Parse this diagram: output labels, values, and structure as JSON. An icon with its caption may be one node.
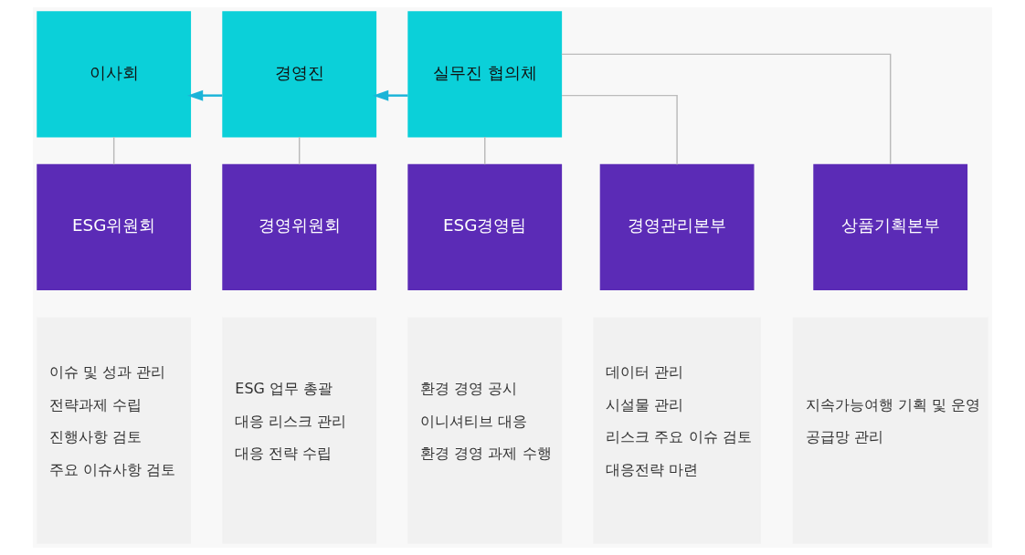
{
  "diagram": {
    "nodes": [
      {
        "text": [
          "이사회"
        ]
      },
      {
        "text": [
          "경영진"
        ]
      },
      {
        "text": [
          "실무진 협의체"
        ]
      },
      {
        "text": [
          "ESG위원회"
        ]
      },
      {
        "text": [
          "경영위원회"
        ]
      },
      {
        "text": [
          "ESG경영팀"
        ]
      },
      {
        "text": [
          "경영관리본부"
        ]
      },
      {
        "text": [
          "상품기획본부"
        ]
      },
      {
        "text": [
          "이슈 및 성과 관리",
          "전략과제 수립",
          "진행사항 검토",
          "주요 이슈사항 검토"
        ]
      },
      {
        "text": [
          "ESG 업무 총괄",
          "대응 리스크 관리",
          "대응 전략 수립"
        ]
      },
      {
        "text": [
          "환경 경영 공시",
          "이니셔티브 대응",
          "환경 경영 과제 수행"
        ]
      },
      {
        "text": [
          "데이터 관리",
          "시설물 관리",
          "리스크 주요 이슈 검토",
          "대응전략 마련"
        ]
      },
      {
        "text": [
          "지속가능여행 기획 및 운영",
          "공급망 관리"
        ]
      }
    ],
    "edges": [
      {
        "from": 1,
        "to": 0,
        "arrow": "to",
        "color": "#1ab4d8"
      },
      {
        "from": 2,
        "to": 1,
        "arrow": "to",
        "color": "#1ab4d8"
      },
      {
        "from": 0,
        "to": 3,
        "arrow": "none"
      },
      {
        "from": 1,
        "to": 4,
        "arrow": "none"
      },
      {
        "from": 2,
        "to": 5,
        "arrow": "none"
      },
      {
        "from": 2,
        "to": 6,
        "arrow": "none"
      },
      {
        "from": 2,
        "to": 7,
        "arrow": "none"
      }
    ]
  }
}
